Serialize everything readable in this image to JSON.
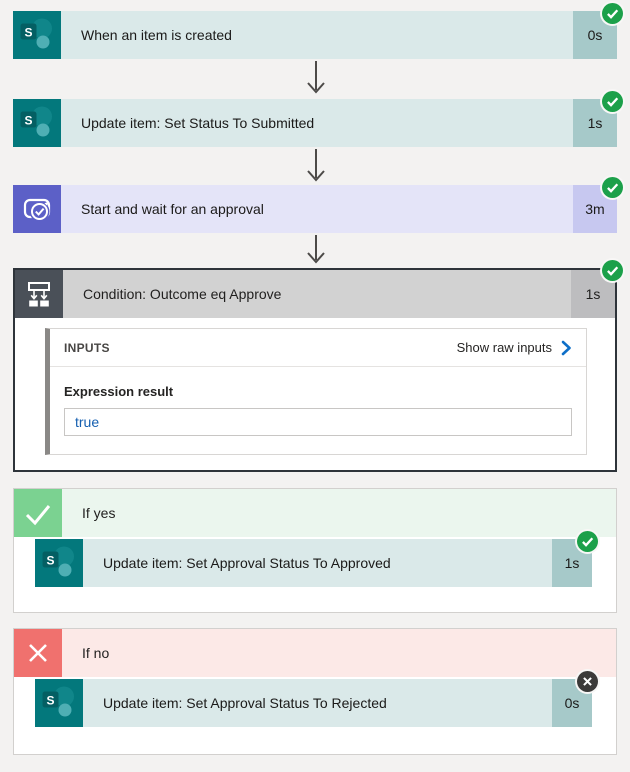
{
  "app": "Power Automate flow run",
  "colors": {
    "page_bg": "#F3F2F1",
    "sharepoint_tile": "#03787C",
    "sharepoint_bar": "#DAE9E9",
    "sharepoint_duration": "#A6C9C9",
    "approvals_tile": "#5C60C7",
    "approvals_bar": "#E4E4F8",
    "approvals_duration": "#C7C8F0",
    "condition_tile": "#4A5058",
    "condition_bar": "#D2D2D2",
    "condition_border": "#2E343A",
    "if_yes_header": "#EBF6EE",
    "if_yes_tile": "#7BD291",
    "if_no_header": "#FCE9E7",
    "if_no_tile": "#F0716E",
    "success_badge": "#1CA04A",
    "skipped_badge": "#3B3A39",
    "link_chevron": "#0E6FC8",
    "expression_value_text": "#155FB0"
  },
  "flow": {
    "steps": [
      {
        "title": "When an item is created",
        "duration": "0s",
        "connector": "sharepoint",
        "status": "succeeded"
      },
      {
        "title": "Update item: Set Status To Submitted",
        "duration": "1s",
        "connector": "sharepoint",
        "status": "succeeded"
      },
      {
        "title": "Start and wait for an approval",
        "duration": "3m",
        "connector": "approvals",
        "status": "succeeded"
      },
      {
        "title": "Condition: Outcome eq Approve",
        "duration": "1s",
        "connector": "condition",
        "status": "succeeded"
      }
    ],
    "condition_details": {
      "inputs_label": "INPUTS",
      "show_raw_inputs_label": "Show raw inputs",
      "expression_result_label": "Expression result",
      "expression_result_value": "true"
    },
    "branches": [
      {
        "label": "If yes",
        "action": {
          "title": "Update item: Set Approval Status To Approved",
          "duration": "1s",
          "connector": "sharepoint",
          "status": "succeeded"
        }
      },
      {
        "label": "If no",
        "action": {
          "title": "Update item: Set Approval Status To Rejected",
          "duration": "0s",
          "connector": "sharepoint",
          "status": "skipped"
        }
      }
    ]
  }
}
